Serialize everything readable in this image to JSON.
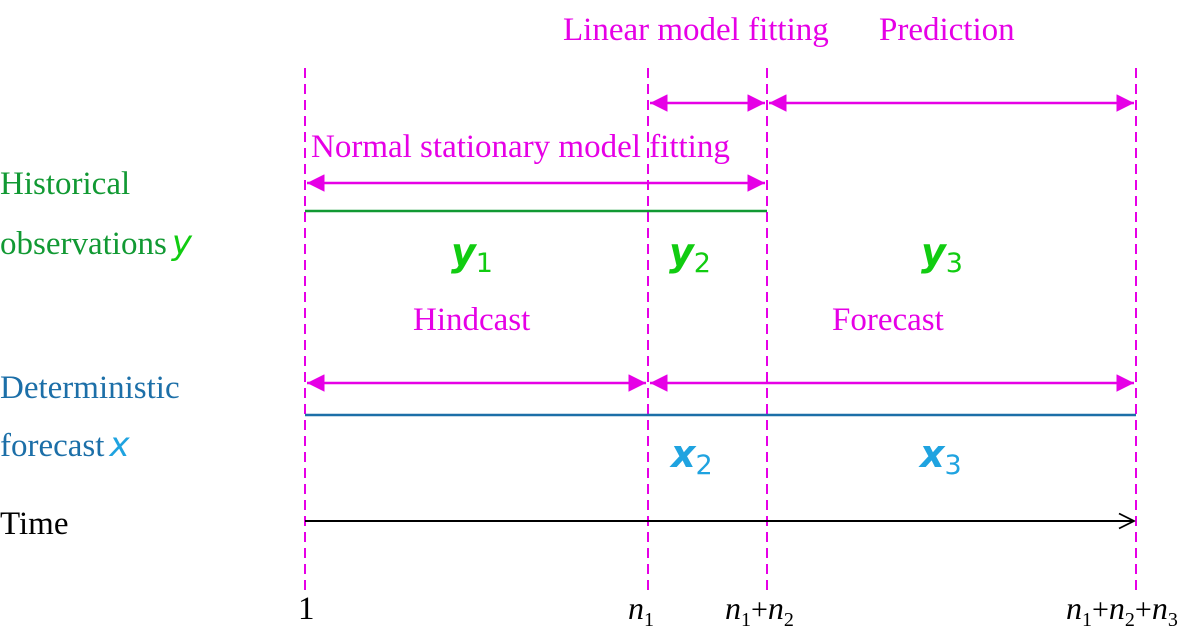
{
  "header": {
    "linear_fit": "Linear model fitting",
    "prediction": "Prediction"
  },
  "spans": {
    "normal_fit": "Normal stationary model fitting",
    "hindcast": "Hindcast",
    "forecast": "Forecast"
  },
  "rows": {
    "historical": {
      "line1": "Historical",
      "line2": "observations",
      "symbol": "y"
    },
    "deterministic": {
      "line1": "Deterministic",
      "line2": "forecast",
      "symbol": "x"
    },
    "time": "Time"
  },
  "segments": {
    "y": [
      {
        "base": "y",
        "sub": "1"
      },
      {
        "base": "y",
        "sub": "2"
      },
      {
        "base": "y",
        "sub": "3"
      }
    ],
    "x": [
      {
        "base": "x",
        "sub": "2"
      },
      {
        "base": "x",
        "sub": "3"
      }
    ]
  },
  "ticks": {
    "t1": "1",
    "t2": {
      "a": "n",
      "a_sub": "1"
    },
    "t3": {
      "a": "n",
      "a_sub": "1",
      "op": "+",
      "b": "n",
      "b_sub": "2"
    },
    "t4": {
      "a": "n",
      "a_sub": "1",
      "op1": "+",
      "b": "n",
      "b_sub": "2",
      "op2": "+",
      "c": "n",
      "c_sub": "3"
    }
  },
  "colors": {
    "magenta": "#e600e6",
    "green": "#119933",
    "green_bright": "#11cc11",
    "blue": "#1c6fa8",
    "cyan": "#1fa3e0",
    "black": "#000000"
  }
}
